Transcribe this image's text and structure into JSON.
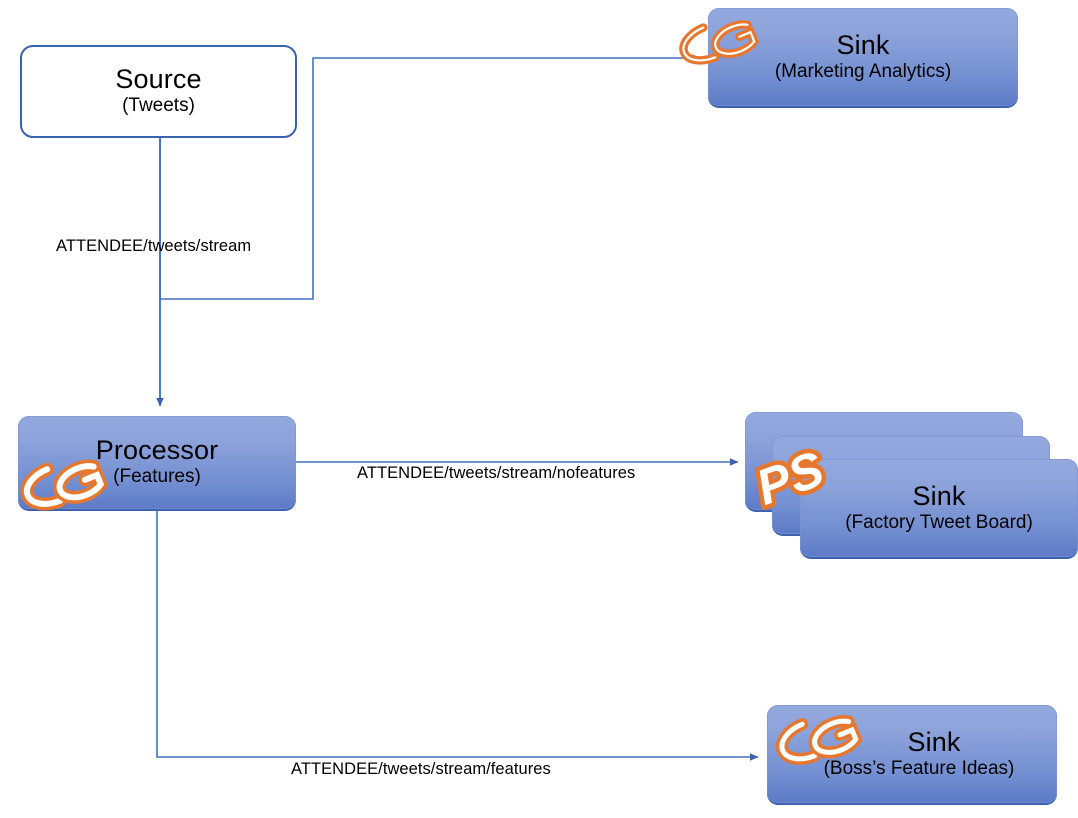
{
  "diagram": {
    "title": "Tweet Streaming Pipeline Flow Diagram",
    "background": "#ffffff",
    "colors": {
      "connector": "#4472C4",
      "source_outline": "#3A63AE",
      "node_fill_top": "#93A9DE",
      "node_fill_bottom": "#5C7AC6",
      "logo_orange": "#E8772E",
      "logo_white": "#FFFFFF",
      "text": "#000000"
    }
  },
  "nodes": {
    "source": {
      "title": "Source",
      "subtitle": "(Tweets)",
      "logo": ""
    },
    "processor": {
      "title": "Processor",
      "subtitle": "(Features)",
      "logo": "CG"
    },
    "sink_marketing": {
      "title": "Sink",
      "subtitle": "(Marketing Analytics)",
      "logo": "CG"
    },
    "sink_factory": {
      "title": "Sink",
      "subtitle": "(Factory Tweet Board)",
      "logo": "PS",
      "stack_count": 3
    },
    "sink_boss": {
      "title": "Sink",
      "subtitle": "(Boss’s Feature Ideas)",
      "logo": "CG"
    }
  },
  "edges": {
    "source_to_marketing": {
      "label": "",
      "from": "source",
      "to": "sink_marketing"
    },
    "source_to_processor": {
      "label": "ATTENDEE/tweets/stream",
      "from": "source",
      "to": "processor"
    },
    "processor_to_factory": {
      "label": "ATTENDEE/tweets/stream/nofeatures",
      "from": "processor",
      "to": "sink_factory"
    },
    "processor_to_boss": {
      "label": "ATTENDEE/tweets/stream/features",
      "from": "processor",
      "to": "sink_boss"
    }
  }
}
